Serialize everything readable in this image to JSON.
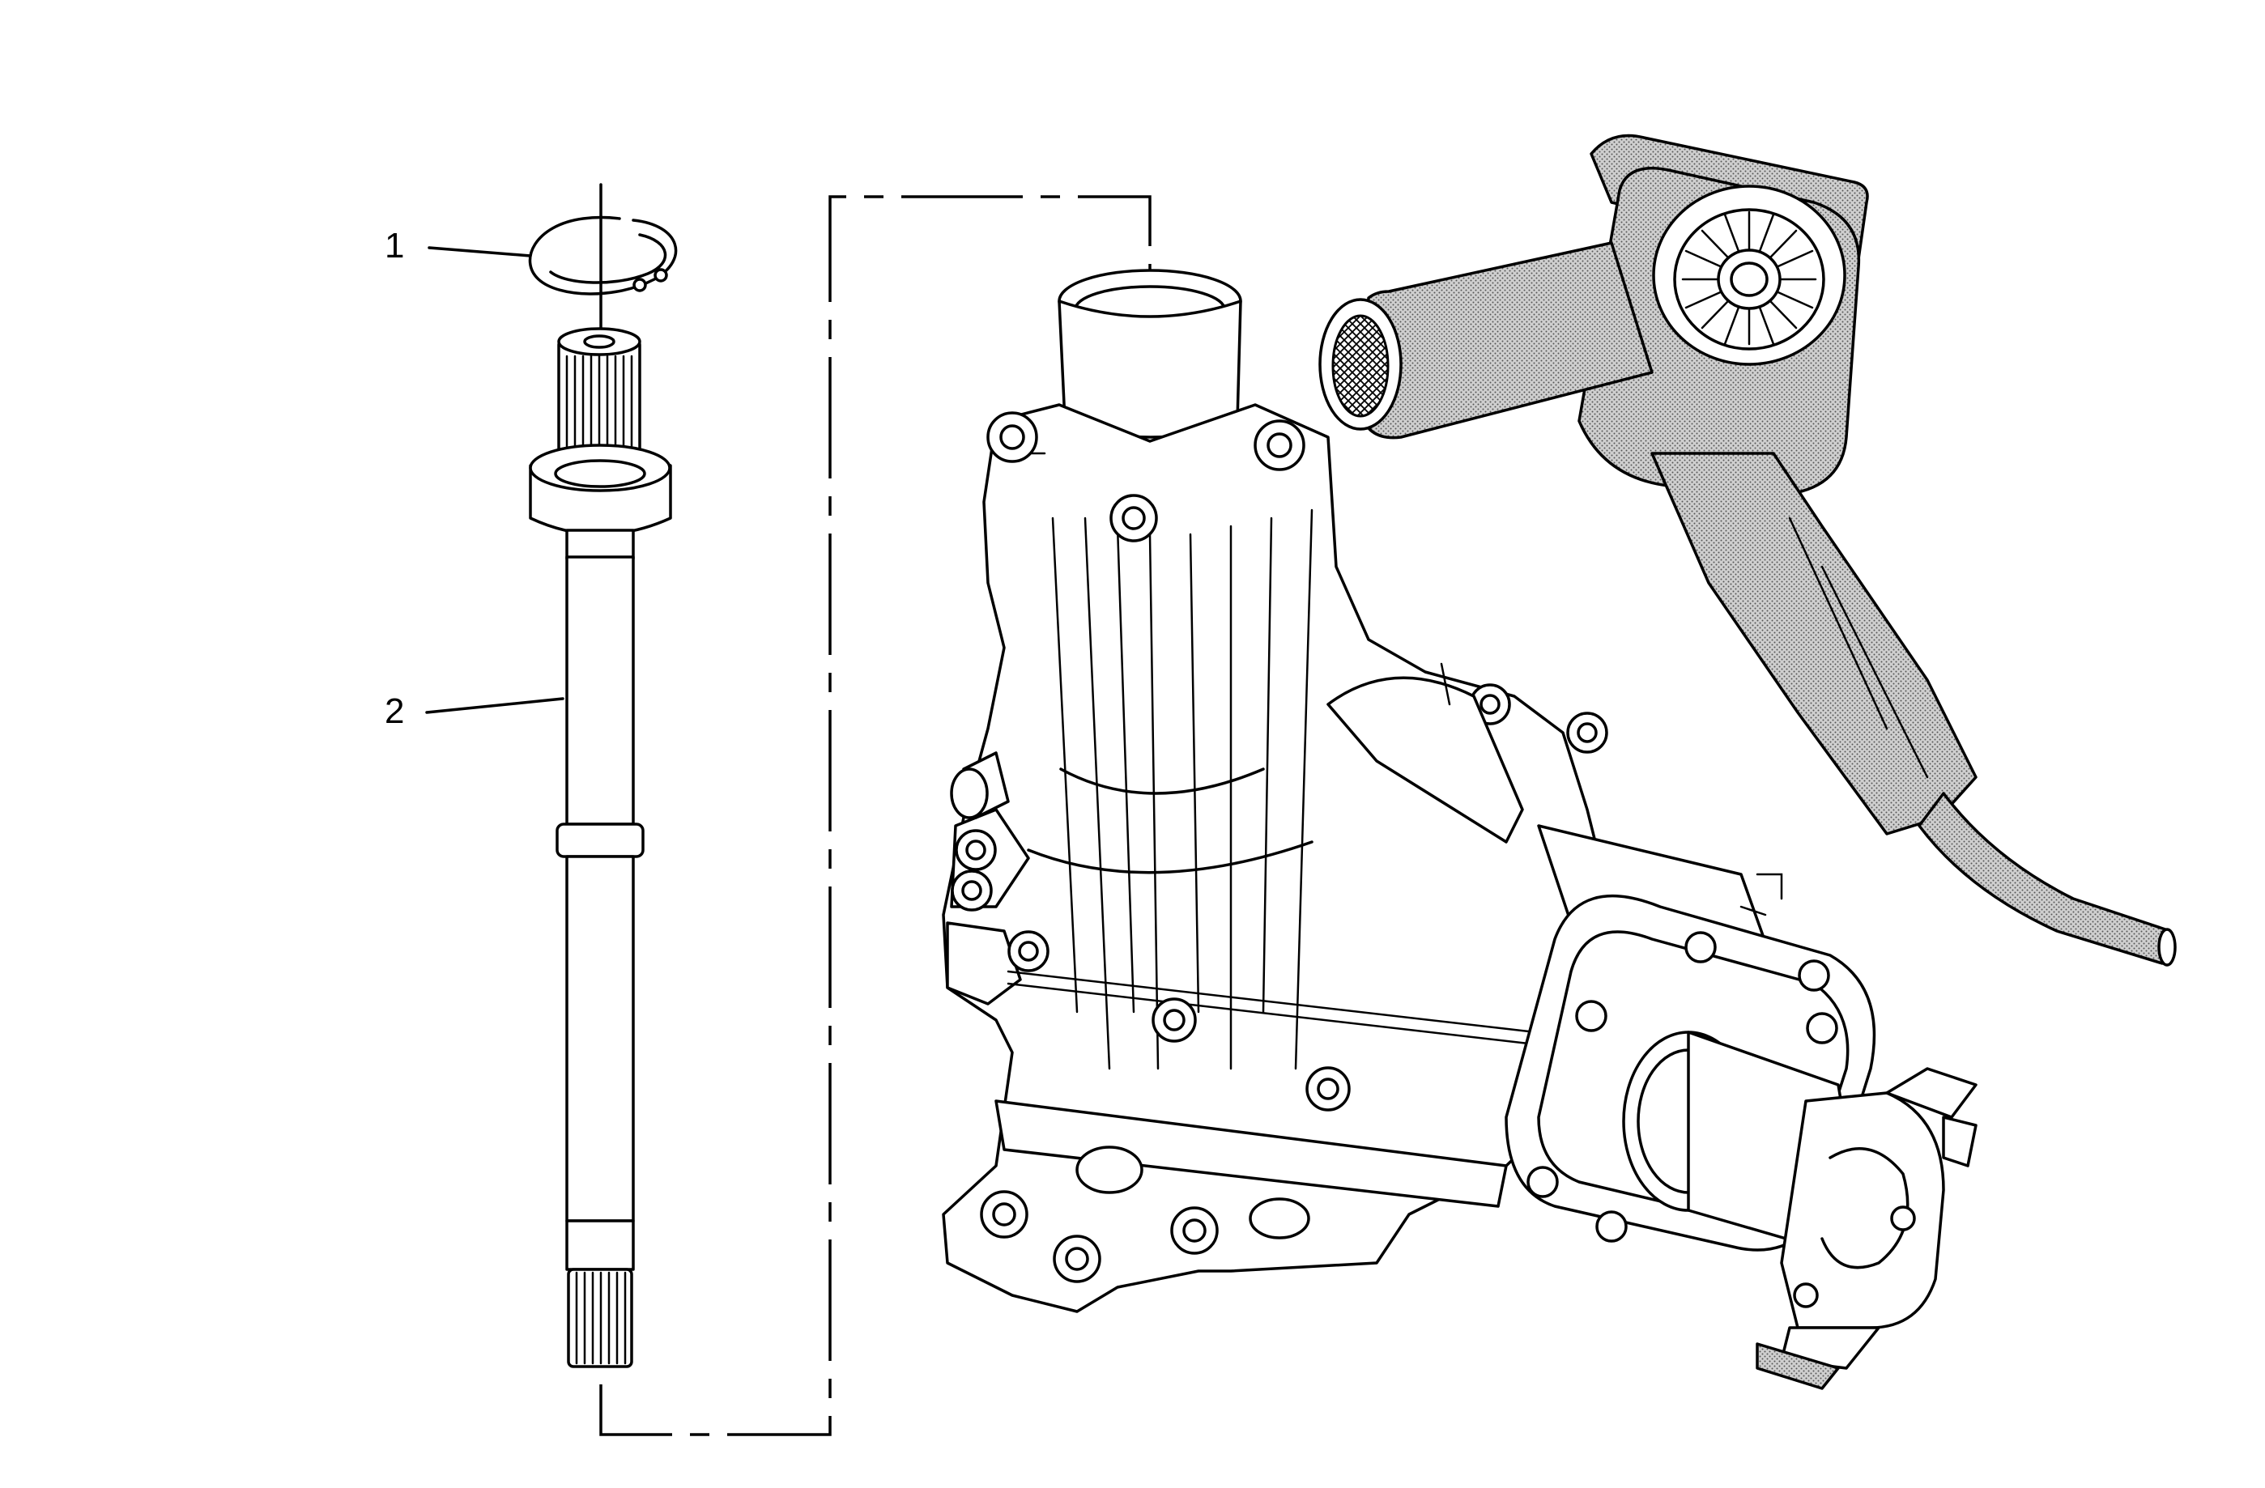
{
  "callouts": [
    {
      "id": "1",
      "label": "1"
    },
    {
      "id": "2",
      "label": "2"
    }
  ],
  "parts": [
    {
      "callout": "1",
      "name": "snap-ring"
    },
    {
      "callout": "2",
      "name": "output-shaft"
    },
    {
      "callout": "",
      "name": "transfer-case-housing"
    },
    {
      "callout": "",
      "name": "heat-gun"
    }
  ],
  "colors": {
    "line": "#000000",
    "background": "#ffffff",
    "shade": "#9a9a9a"
  }
}
